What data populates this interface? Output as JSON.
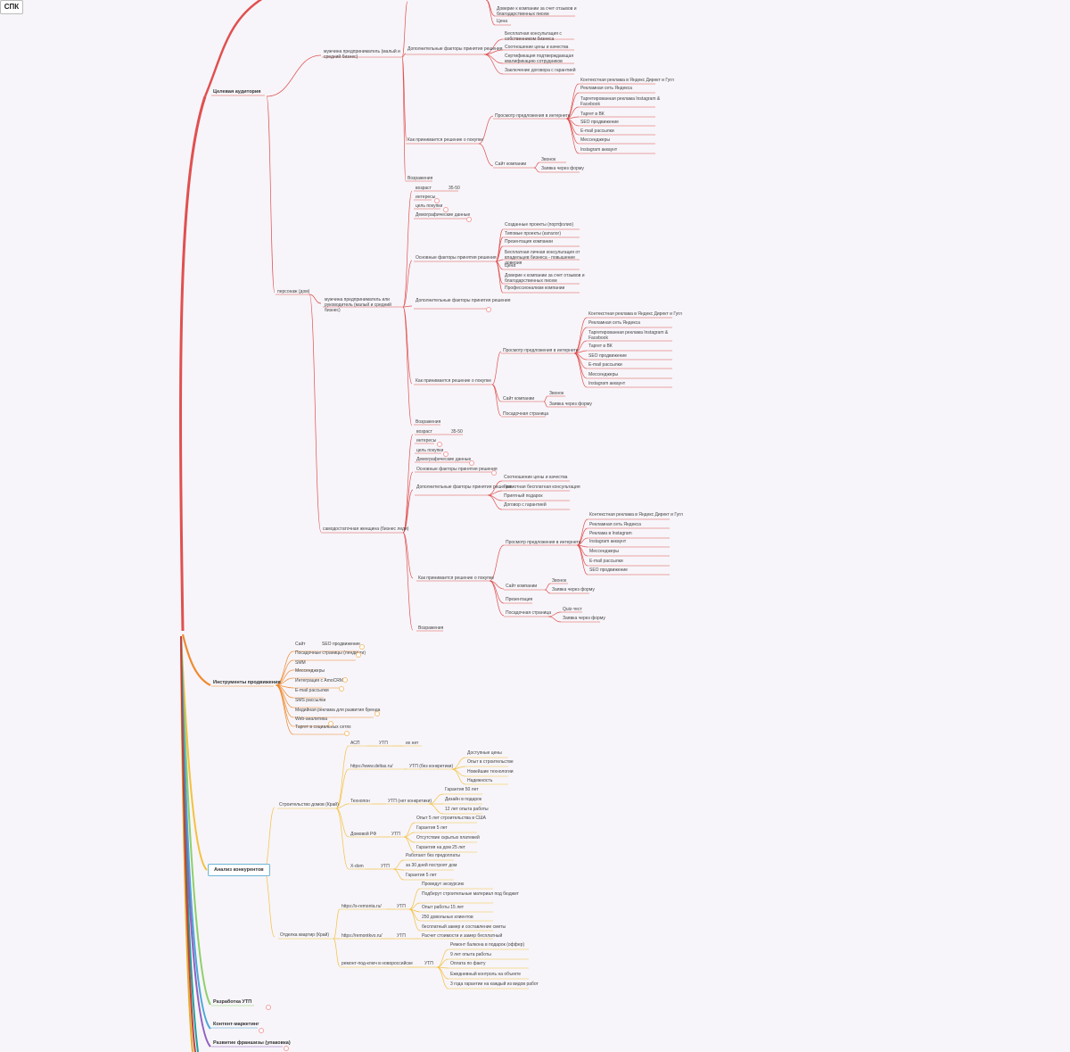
{
  "root": "СПК",
  "colors": {
    "audience": "#e05050",
    "tools": "#f08a30",
    "competitors": "#f4c040",
    "utp": "#8ecf6a",
    "content": "#4aa8d8",
    "franchise": "#9060c0"
  },
  "top": {
    "audience": "Целевая аудитория",
    "tools": "Инструменты продвижения",
    "competitors": "Анализ конкурентов",
    "utp": "Разработка УТП",
    "content": "Контент-маркетинг",
    "franchise": "Развитие франшизы (упаковка)"
  },
  "aud": {
    "m1": "мужчина предприниматель (малый и средний бизнес)",
    "m1_trust": "Доверие к компании за счет отзывов и благодарственных писем",
    "m1_price": "Цена",
    "m1_dop": "Дополнительные факторы принятия решения",
    "m1_dop_items": [
      "Бесплатная консультация с собственником бизнеса",
      "Соотношение цены и качества",
      "Сертификация подтверждающая квалификацию сотрудников",
      "Заключение договора с гарантией"
    ],
    "m1_how": "Как принимается решение о покупке",
    "m1_view": "Просмотр предложения в интернете",
    "m1_view_items": [
      "Контекстная реклама в Яндекс Директ и Гугл",
      "Рекламная сеть Яндекса",
      "Таргетированная реклама Instagram & Facebook",
      "Таргет в ВК",
      "SEO продвижение",
      "E-mail рассылки",
      "Мессенджеры",
      "Instagram аккаунт"
    ],
    "m1_site": "Сайт компании",
    "m1_site_items": [
      "Звонок",
      "Заявка через форму"
    ],
    "m1_obj": "Возражения",
    "persona": "персонаж (дом)",
    "m2": "мужчина предприниматель или руководитель (малый и средний бизнес)",
    "m2_age": "возраст",
    "m2_age_val": "35-50",
    "m2_int": "интересы",
    "m2_pp": "цель покупки",
    "m2_demo": "Демографические данные",
    "m2_main": "Основные факторы принятия решения",
    "m2_main_items": [
      "Созданные проекты (портфолио)",
      "Типовые проекты (каталог)",
      "Презентация компании",
      "Бесплатная личная консультация от владельцев бизнеса - повышение доверия",
      "Цена",
      "Доверие к компании за счет отзывов и благодарственных писем",
      "Профессионализм компании"
    ],
    "m2_dop": "Дополнительные факторы принятия решения",
    "m2_how": "Как принимается решение о покупке",
    "m2_view": "Просмотр предложения в интернете",
    "m2_view_items": [
      "Контекстная реклама в Яндекс Директ и Гугл",
      "Рекламная сеть Яндекса",
      "Таргетированная реклама Instagram & Facebook",
      "Таргет в ВК",
      "SEO продвижение",
      "E-mail рассылки",
      "Мессенджеры",
      "Instagram аккаунт"
    ],
    "m2_site": "Сайт компании",
    "m2_site_items": [
      "Звонок",
      "Заявка через форму"
    ],
    "m2_land": "Посадочная страница",
    "m2_obj": "Возражения",
    "m3": "самодостаточная женщина (бизнес леди)",
    "m3_age": "возраст",
    "m3_age_val": "35-50",
    "m3_int": "интересы",
    "m3_pp": "цель покупки",
    "m3_demo": "Демографические данные",
    "m3_main": "Основные факторы принятия решения",
    "m3_dop": "Дополнительные факторы принятия решения",
    "m3_dop_items": [
      "Соотношение цены и качества",
      "Грамотная бесплатная консультация",
      "Приятный подарок",
      "Договор с гарантией"
    ],
    "m3_how": "Как принимается решение о покупке",
    "m3_view": "Просмотр предложения в интернете",
    "m3_view_items": [
      "Контекстная реклама в Яндекс Директ и Гугл",
      "Рекламная сеть Яндекса",
      "Реклама в Instagram",
      "Instagram аккаунт",
      "Мессенджеры",
      "E-mail рассылки",
      "SEO продвижение"
    ],
    "m3_site": "Сайт компании",
    "m3_site_items": [
      "Звонок",
      "Заявка через форму"
    ],
    "m3_pres": "Презентация",
    "m3_land": "Посадочная страница",
    "m3_land_items": [
      "Quiz-тест",
      "Заявка через форму"
    ],
    "m3_obj": "Возражения"
  },
  "tools": {
    "site": "Сайт",
    "site_seo": "SEO продвижение",
    "items": [
      "Посадочные страницы (лендинги)",
      "SMM",
      "Мессенджеры",
      "Интеграция с AmoCRM",
      "E-mail рассылки",
      "SMS рассылки",
      "Медийная реклама для развития бренда",
      "Web-аналитика",
      "Таргет в социальных сетях"
    ]
  },
  "comp": {
    "build": "Строительство домов (Край)",
    "asgp": "АСП",
    "asgp_utp": "УТП",
    "asgp_val": "их нет",
    "deltas": "https://www.deltas.ru/",
    "deltas_utp": "УТП (без конкретики)",
    "deltas_items": [
      "Доступные цены",
      "Опыт в строительстве",
      "Новейшие технологии",
      "Надежность"
    ],
    "techno": "Технопон",
    "techno_utp": "УТП (нет конкретики)",
    "techno_items": [
      "Гарантия 50 лет",
      "Дизайн в подарок",
      "12 лет опыта работы"
    ],
    "domrf": "Домовой РФ",
    "domrf_utp": "УТП",
    "domrf_items": [
      "Опыт 5 лет строительства в США",
      "Гарантия 5 лет",
      "Отсутствие скрытых платежей",
      "Гарантия на дом 25 лет"
    ],
    "xdom": "X-dom",
    "xdom_utp": "УТП",
    "xdom_items": [
      "Работают без предоплаты",
      "за 30 дней построят дом",
      "Гарантия 5 лет"
    ],
    "repair": "Отделка квартир (Край)",
    "r1": "https://s-remonta.ru/",
    "r1_utp": "УТП",
    "r1_items": [
      "Проведут экскурсию",
      "Подберут строительные материал под бюджет",
      "Опыт работы 15 лет",
      "250 довольных клиентов",
      "бесплатный замер и составление сметы"
    ],
    "r2": "https://remontkvo.ru/",
    "r2_utp": "УТП",
    "r2_val": "Расчет стоимости и замер бесплатный",
    "r3": "ремонт-под-ключ в новороссийске",
    "r3_utp": "УТП",
    "r3_items": [
      "Ремонт балкона в подарок (оффер)",
      "9 лет опыта работы",
      "Оплата по факту",
      "Ежедневный контроль на объекте",
      "3 года гарантии на каждый из видов работ"
    ]
  }
}
